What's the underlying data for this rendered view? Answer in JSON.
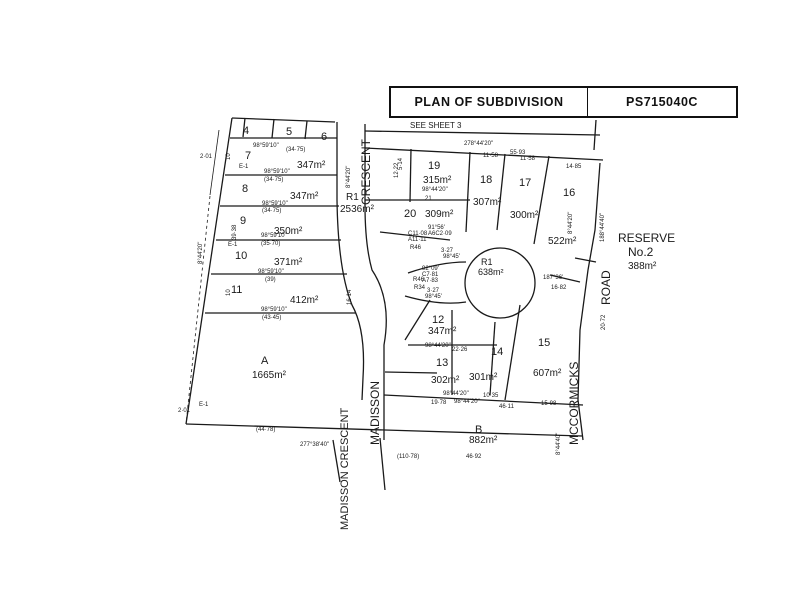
{
  "title": {
    "label": "PLAN OF SUBDIVISION",
    "plan_number": "PS715040C"
  },
  "sheet_note": "SEE SHEET 3",
  "roads": {
    "crescent_top": "CRESCENT",
    "madisson_vertical": "MADISSON",
    "madisson_crescent_lower": "MADISSON CRESCENT",
    "mccormicks": "MCCORMICKS",
    "road": "ROAD"
  },
  "reserve": {
    "label": "RESERVE",
    "number": "No.2",
    "area": "388m²"
  },
  "lots": [
    {
      "id": "4",
      "area": ""
    },
    {
      "id": "5",
      "area": ""
    },
    {
      "id": "6",
      "area": ""
    },
    {
      "id": "7",
      "area": "347m²"
    },
    {
      "id": "8",
      "area": "347m²"
    },
    {
      "id": "9",
      "area": "350m²"
    },
    {
      "id": "10",
      "area": "371m²"
    },
    {
      "id": "11",
      "area": "412m²"
    },
    {
      "id": "A",
      "area": "1665m²"
    },
    {
      "id": "R1",
      "area": "2536m²"
    },
    {
      "id": "19",
      "area": "315m²"
    },
    {
      "id": "18",
      "area": "307m²"
    },
    {
      "id": "17",
      "area": "300m²"
    },
    {
      "id": "16",
      "area": "522m²"
    },
    {
      "id": "20",
      "area": "309m²"
    },
    {
      "id": "R1",
      "area": "638m²"
    },
    {
      "id": "12",
      "area": "347m²"
    },
    {
      "id": "13",
      "area": "302m²"
    },
    {
      "id": "14",
      "area": "301m²"
    },
    {
      "id": "15",
      "area": "607m²"
    },
    {
      "id": "B",
      "area": "882m²"
    }
  ],
  "dimensions": {
    "d1": "98°59'10\"",
    "d2": "(34·75)",
    "d3": "98°59'10\"",
    "d4": "(34·75)",
    "d5": "98°59'10\"",
    "d6": "(34·75)",
    "d7": "98°59'10\"",
    "d8": "(35·70)",
    "d9": "98°59'10\"",
    "d10": "(39)",
    "d11": "98°59'10\"",
    "d12": "(43·45)",
    "d13": "(44·78)",
    "d14": "277°38'40\"",
    "d15": "(110·78)",
    "d16": "46·92",
    "d17": "278°44'20\"",
    "d18": "55·93",
    "d19": "11·58",
    "d20": "11·58",
    "d21": "14·85",
    "d22": "98°44'20\"",
    "d23": "21",
    "d24": "98°44'20\"",
    "d25": "22·26",
    "d26": "98°44'20\"",
    "d27": "19·78",
    "d28": "98°44'20\"",
    "d29": "10·35",
    "d30": "46·11",
    "d31": "15·98",
    "d32": "187°36'",
    "d33": "16·82",
    "d34": "8°44'20\"",
    "d35": "8°44'20\"",
    "d36": "188°44'40\"",
    "d37": "20·72",
    "d38": "8°44'40\"",
    "d39": "16·14",
    "d40": "2·01",
    "d41": "2·01",
    "d42": "E-1",
    "d43": "E-1",
    "d44": "E-1",
    "d45": "3·27",
    "d46": "98°45'",
    "d47": "3·27",
    "d48": "98°45'",
    "d49": "R46",
    "d50": "R34",
    "d51": "R46",
    "d52": "92°09'",
    "d53": "C7·81",
    "d54": "A7·83",
    "d55": "91°56'",
    "d56": "A6C2·09",
    "d57": "C11·08",
    "d58": "A11·11",
    "d59": "39·38",
    "d60": "10",
    "d61": "8°44'20\"",
    "d62": "5·14",
    "d63": "12·22",
    "d64": "10"
  }
}
